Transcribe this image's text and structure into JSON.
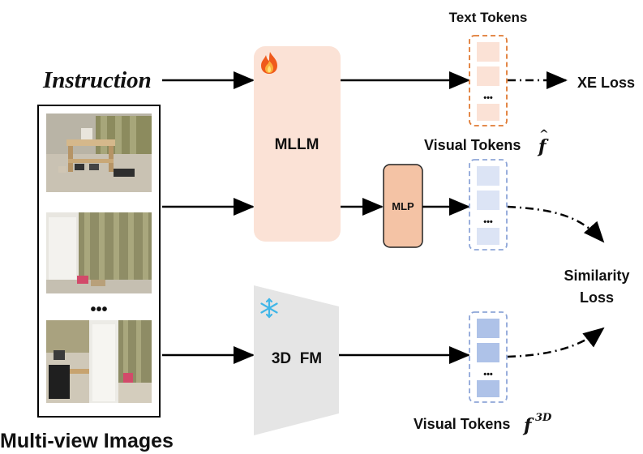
{
  "labels": {
    "instruction": "Instruction",
    "mllm": "MLLM",
    "mlp": "MLP",
    "fm": "3D  FM",
    "text_tokens": "Text Tokens",
    "xe_loss": "XE Loss",
    "visual_tokens_hat": "Visual Tokens",
    "f_symbol": "f",
    "hat": "^",
    "superscript_3d": "3D",
    "visual_tokens_3d": "Visual Tokens",
    "similarity_loss_line1": "Similarity",
    "similarity_loss_line2": "Loss",
    "multiview_images": "Multi-view Images",
    "ellipsis": "•••",
    "token_ellipsis": "•••"
  },
  "icons": {
    "fire": "fire-icon",
    "snowflake": "snowflake-icon"
  },
  "colors": {
    "mllm_fill": "#fbe2d6",
    "mlp_fill": "#f4c3a5",
    "fm_fill": "#e5e5e5",
    "text_token_border": "#e07a33",
    "text_token_fill": "#fbe2d6",
    "visual_hat_border": "#8ea6d8",
    "visual_hat_fill": "#dce4f5",
    "visual_3d_border": "#8ea6d8",
    "visual_3d_fill": "#aec2e8"
  }
}
